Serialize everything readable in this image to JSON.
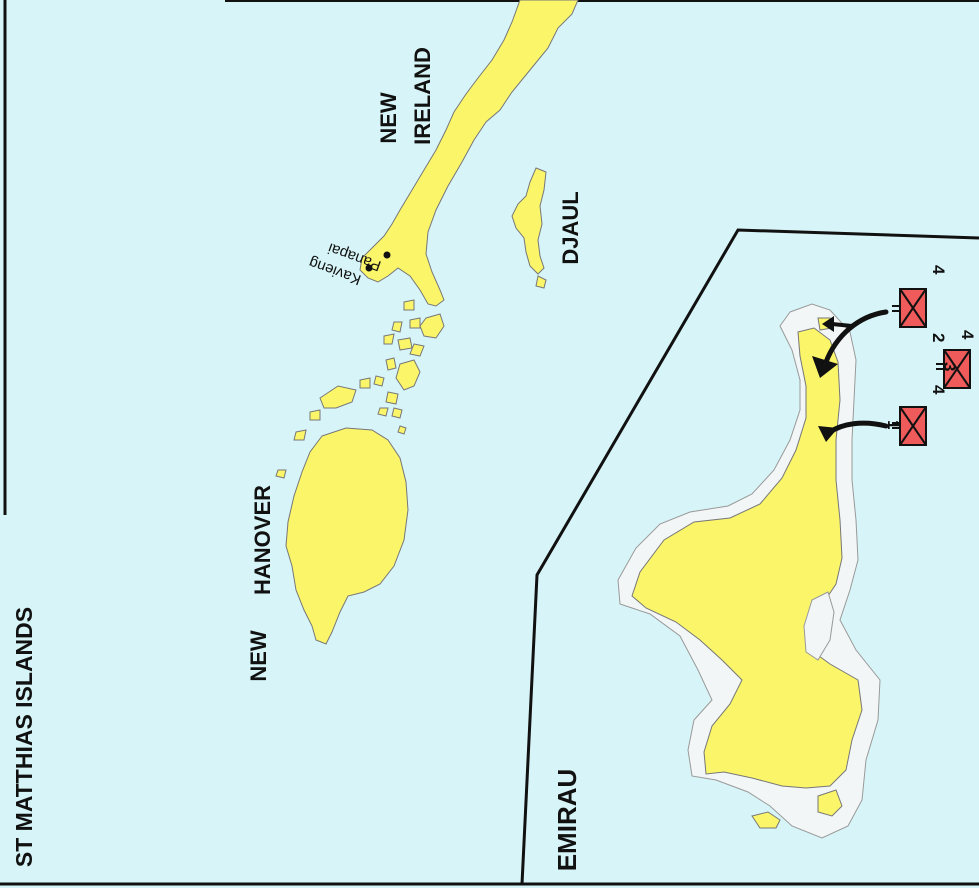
{
  "map": {
    "labels": {
      "new_ireland_line1": "NEW",
      "new_ireland_line2": "IRELAND",
      "djaul": "DJAUL",
      "new_hanover_line1": "NEW",
      "new_hanover_line2": "HANOVER",
      "st_matthias": "ST MATTHIAS ISLANDS",
      "emirau": "EMIRAU",
      "kavieng": "Kavieng",
      "panapai": "Panapai"
    },
    "units": [
      {
        "id": "unit-1",
        "number": "1",
        "strength": "4"
      },
      {
        "id": "unit-2",
        "number": "2",
        "strength": "4"
      },
      {
        "id": "unit-3",
        "number": "3",
        "strength": "4"
      }
    ],
    "colors": {
      "water": "#d7f5f8",
      "land": "#fbf56a",
      "reef": "#f3f6f6",
      "outline": "#111111",
      "unit_fill": "#ef5b5b"
    }
  }
}
